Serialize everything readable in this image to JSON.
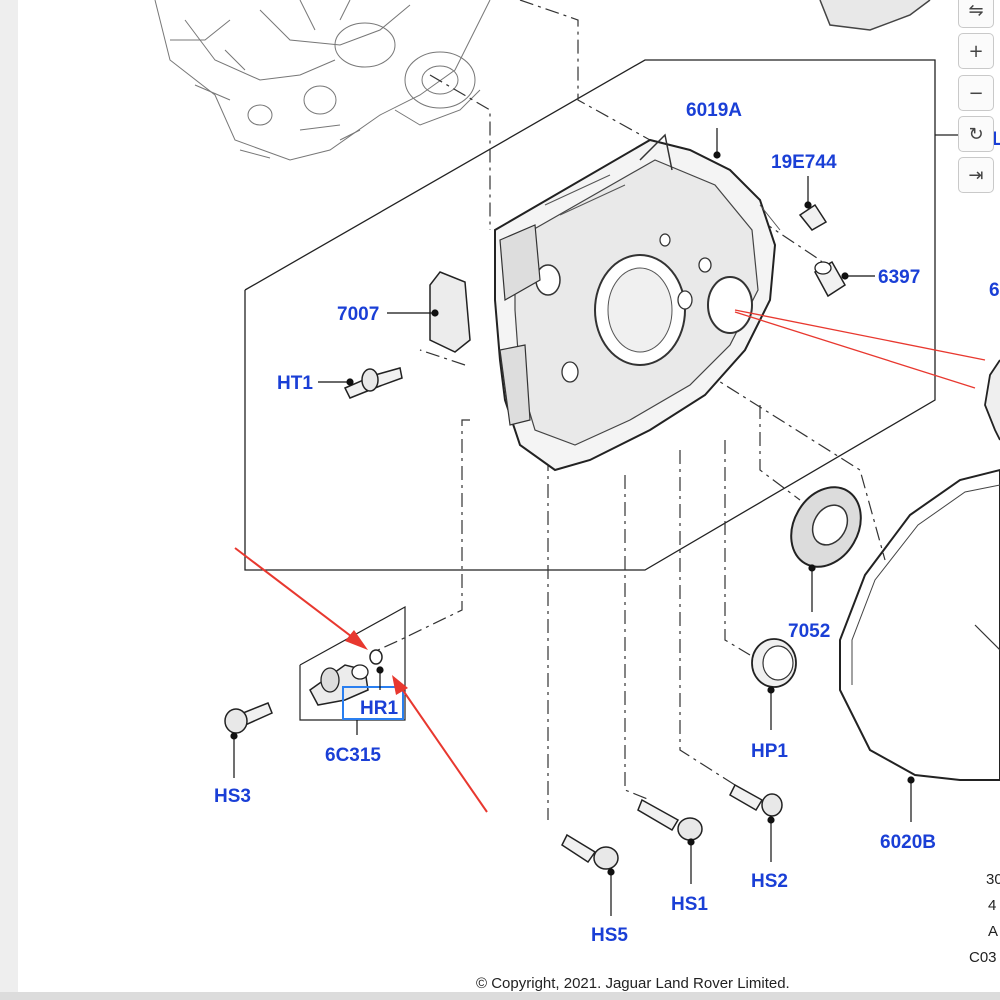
{
  "callouts": {
    "c6019A": "6019A",
    "c19E744": "19E744",
    "c6397": "6397",
    "c7007": "7007",
    "cHT1": "HT1",
    "c7052": "7052",
    "cHP1": "HP1",
    "cHR1": "HR1",
    "c6C315": "6C315",
    "cHS3": "HS3",
    "cHS5": "HS5",
    "cHS1": "HS1",
    "cHS2": "HS2",
    "c6020B": "6020B",
    "cEdge6": "6",
    "cEdgeL": "L"
  },
  "edge_text": [
    "30",
    "4",
    "A",
    "C03"
  ],
  "copyright": "© Copyright, 2021. Jaguar Land Rover Limited.",
  "toolbar": {
    "items": [
      {
        "icon": "swap-arrows-icon",
        "glyph": "⇋"
      },
      {
        "icon": "zoom-in-icon",
        "glyph": "+"
      },
      {
        "icon": "zoom-out-icon",
        "glyph": "−"
      },
      {
        "icon": "rotate-icon",
        "glyph": "↻"
      },
      {
        "icon": "fit-arrow-icon",
        "glyph": "⇥"
      }
    ]
  },
  "colors": {
    "callout": "#1a3fd6",
    "annotation_arrow": "#e8382f",
    "highlight_box": "#2a7ff0"
  }
}
